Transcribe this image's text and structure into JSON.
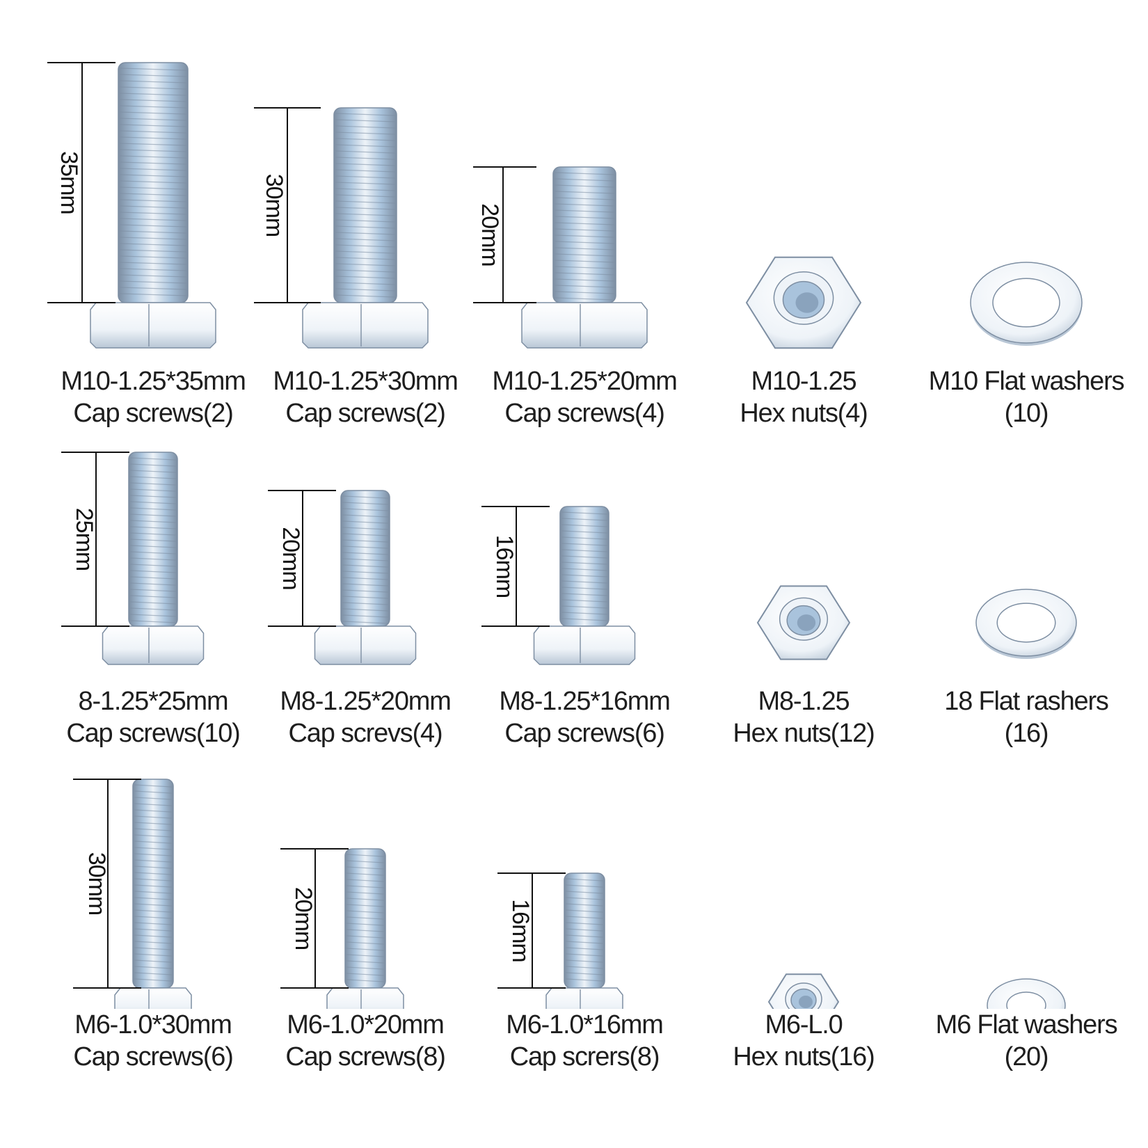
{
  "items": [
    {
      "kind": "screw",
      "length_label": "35mm",
      "line1": "M10-1.25*35mm",
      "line2": "Cap screws(2)"
    },
    {
      "kind": "screw",
      "length_label": "30mm",
      "line1": "M10-1.25*30mm",
      "line2": "Cap screws(2)"
    },
    {
      "kind": "screw",
      "length_label": "20mm",
      "line1": "M10-1.25*20mm",
      "line2": "Cap screws(4)"
    },
    {
      "kind": "nut",
      "line1": "M10-1.25",
      "line2": "Hex nuts(4)"
    },
    {
      "kind": "washer",
      "line1": "M10 Flat washers",
      "line2": "(10)"
    },
    {
      "kind": "screw",
      "length_label": "25mm",
      "line1": "8-1.25*25mm",
      "line2": "Cap screws(10)"
    },
    {
      "kind": "screw",
      "length_label": "20mm",
      "line1": "M8-1.25*20mm",
      "line2": "Cap screvs(4)"
    },
    {
      "kind": "screw",
      "length_label": "16mm",
      "line1": "M8-1.25*16mm",
      "line2": "Cap screws(6)"
    },
    {
      "kind": "nut",
      "line1": "M8-1.25",
      "line2": "Hex nuts(12)"
    },
    {
      "kind": "washer",
      "line1": "18 Flat rashers",
      "line2": "(16)"
    },
    {
      "kind": "screw",
      "length_label": "30mm",
      "line1": "M6-1.0*30mm",
      "line2": "Cap screws(6)"
    },
    {
      "kind": "screw",
      "length_label": "20mm",
      "line1": "M6-1.0*20mm",
      "line2": "Cap screws(8)"
    },
    {
      "kind": "screw",
      "length_label": "16mm",
      "line1": "M6-1.0*16mm",
      "line2": "Cap scrers(8)"
    },
    {
      "kind": "nut",
      "line1": "M6-L.0",
      "line2": "Hex nuts(16)"
    },
    {
      "kind": "washer",
      "line1": "M6 Flat washers",
      "line2": "(20)"
    }
  ],
  "colors": {
    "metal_light": "#eef3f8",
    "metal_mid": "#b9c7d6",
    "metal_dark": "#7d8ea2",
    "thread_blue": "#a9c3dc",
    "line": "#111111"
  }
}
